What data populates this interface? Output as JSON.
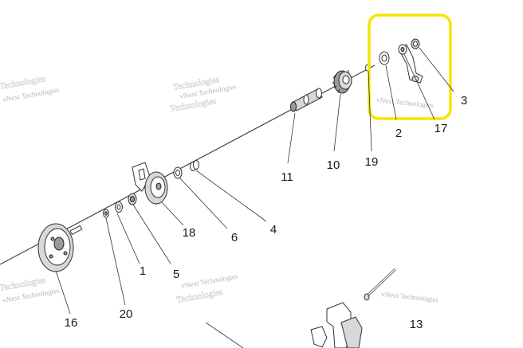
{
  "diagram": {
    "highlight_color": "#f5e600",
    "callouts": [
      {
        "label": "1"
      },
      {
        "label": "2"
      },
      {
        "label": "3"
      },
      {
        "label": "4"
      },
      {
        "label": "5"
      },
      {
        "label": "6"
      },
      {
        "label": "10"
      },
      {
        "label": "11"
      },
      {
        "label": "13"
      },
      {
        "label": "16"
      },
      {
        "label": "17"
      },
      {
        "label": "18"
      },
      {
        "label": "19"
      },
      {
        "label": "20"
      }
    ],
    "watermark": {
      "text": "vNext Technologies",
      "ghost": "Technologies"
    }
  }
}
